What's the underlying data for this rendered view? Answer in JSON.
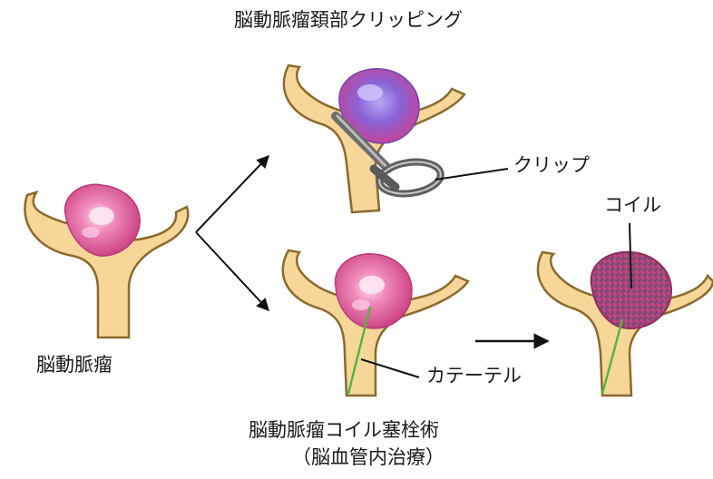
{
  "title_top": "脳動脈瘤頚部クリッピング",
  "label_aneurysm": "脳動脈瘤",
  "label_clip": "クリップ",
  "label_coil": "コイル",
  "label_catheter": "カテーテル",
  "title_bottom": "脳動脈瘤コイル塞栓術",
  "subtitle_bottom": "（脳血管内治療）",
  "colors": {
    "vessel_fill": "#f6d799",
    "vessel_outline": "#8a6a2c",
    "aneurysm": "#d94f8c",
    "aneurysm_highlight": "#f6c3dc",
    "clip_metal": "#6d6d6d",
    "clipped_aneurysm": "#7a56c9",
    "catheter": "#58b63a",
    "coil": "#9a3163",
    "arrow": "#111111"
  }
}
